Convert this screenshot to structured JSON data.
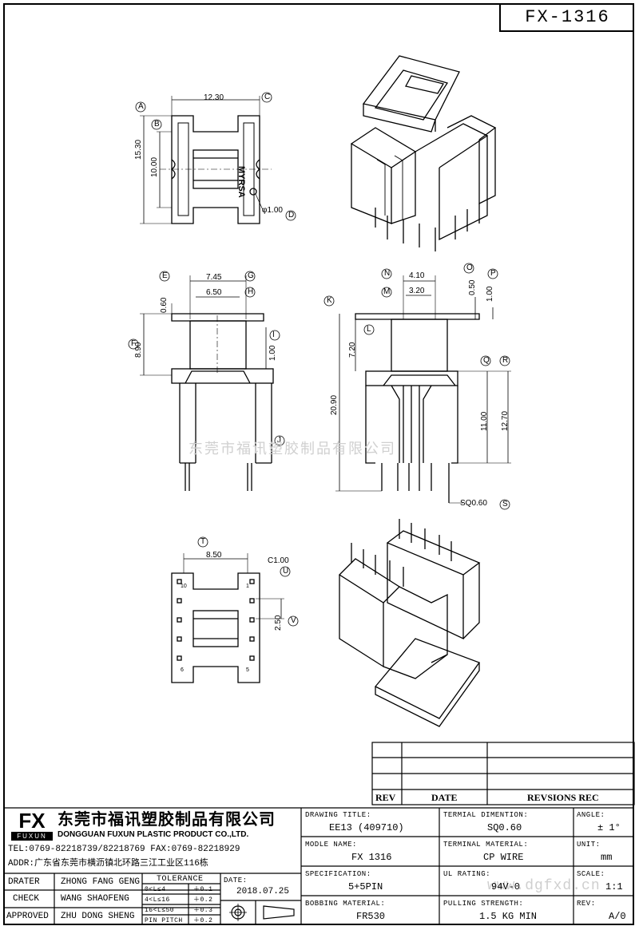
{
  "doc_number": "FX-1316",
  "watermark_text": "东莞市福讯塑胶制品有限公司",
  "watermark_url": "www.dgfxd.cn",
  "views": {
    "top": {
      "dims": {
        "width": "12.30",
        "height": "15.30",
        "inner": "10.00",
        "hole": "φ1.00"
      },
      "marks": {
        "a": "A",
        "b": "B",
        "c": "C",
        "d": "D"
      },
      "part_text": "MYRSA"
    },
    "front": {
      "dims": {
        "w1": "7.45",
        "w2": "6.50",
        "f": "0.60",
        "h": "8.90",
        "i": "1.00"
      },
      "marks": {
        "e": "E",
        "g": "G",
        "h": "H",
        "f": "F",
        "i": "I",
        "j": "J"
      }
    },
    "side": {
      "dims": {
        "n": "4.10",
        "m": "3.20",
        "o": "0.50",
        "p": "1.00",
        "l": "7.20",
        "k": "20.90",
        "q": "11.00",
        "r": "12.70",
        "s": "SQ0.60"
      },
      "marks": {
        "n": "N",
        "m": "M",
        "o": "O",
        "p": "P",
        "k": "K",
        "l": "L",
        "q": "Q",
        "r": "R",
        "s": "S"
      }
    },
    "bottom": {
      "dims": {
        "t": "8.50",
        "u": "C1.00",
        "v": "2.50"
      },
      "marks": {
        "t": "T",
        "u": "U",
        "v": "V"
      },
      "pin_labels": [
        "10",
        "1",
        "6",
        "5"
      ]
    }
  },
  "revision_table": {
    "headers": [
      "REV",
      "DATE",
      "REVSIONS REC"
    ]
  },
  "company": {
    "logo": "FX",
    "logo_sub": "FUXUN",
    "name_cn": "东莞市福讯塑胶制品有限公司",
    "name_en": "DONGGUAN FUXUN PLASTIC PRODUCT CO.,LTD.",
    "tel": "TEL:0769-82218739/82218769 FAX:0769-82218929",
    "addr": "ADDR:广东省东莞市横沥镇北环路三江工业区116栋"
  },
  "signoff": [
    {
      "role": "DRATER",
      "name": "ZHONG FANG GENG"
    },
    {
      "role": "CHECK",
      "name": "WANG SHAOFENG"
    },
    {
      "role": "APPROVED",
      "name": "ZHU DONG SHENG"
    }
  ],
  "tolerance": {
    "title": "TOLERANCE",
    "rows": [
      {
        "range": "0<L≤4",
        "value": "＋0.1"
      },
      {
        "range": "4<L≤16",
        "value": "＋0.2"
      },
      {
        "range": "16<L≤50",
        "value": "＋0.3"
      },
      {
        "range": "PIN PITCH",
        "value": "＋0.2"
      }
    ]
  },
  "date": {
    "label": "DATE:",
    "value": "2018.07.25"
  },
  "fields": {
    "drawing_title": {
      "label": "DRAWING TITLE:",
      "value": "EE13 (409710)"
    },
    "terminal_dimension": {
      "label": "TERMIAL DIMENTION:",
      "value": "SQ0.60"
    },
    "angle": {
      "label": "ANGLE:",
      "value": "± 1°"
    },
    "model_name": {
      "label": "MODLE NAME:",
      "value": "FX 1316"
    },
    "terminal_material": {
      "label": "TERMINAL MATERIAL:",
      "value": "CP WIRE"
    },
    "unit": {
      "label": "UNIT:",
      "value": "mm"
    },
    "specification": {
      "label": "SPECIFICATION:",
      "value": "5+5PIN"
    },
    "ul_rating": {
      "label": "UL RATING:",
      "value": "94V-0"
    },
    "scale": {
      "label": "SCALE:",
      "value": "1:1"
    },
    "bobbin_material": {
      "label": "BOBBING MATERIAL:",
      "value": "FR530"
    },
    "pulling_strength": {
      "label": "PULLING STRENGTH:",
      "value": "1.5 KG MIN"
    },
    "rev": {
      "label": "REV:",
      "value": "A/0"
    }
  }
}
